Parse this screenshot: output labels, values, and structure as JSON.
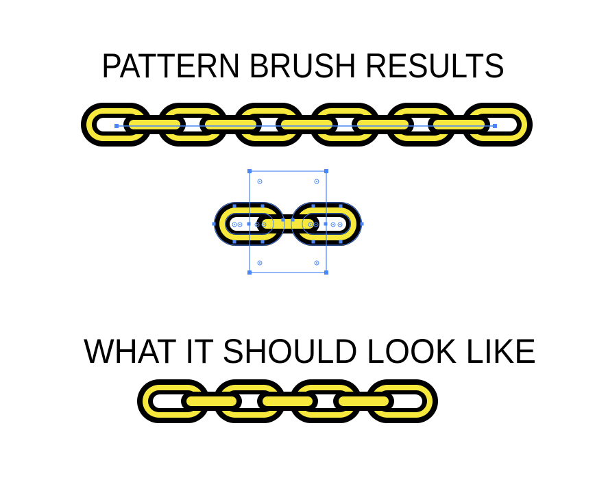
{
  "titles": {
    "top": "PATTERN BRUSH RESULTS",
    "bottom": "WHAT IT SHOULD LOOK LIKE"
  },
  "colors": {
    "link_fill": "#f6e83c",
    "outline": "#000000",
    "selection": "#4a86f7"
  },
  "chains": {
    "pattern_result_links": 6,
    "brush_tile_links": 2,
    "expected_links": 4
  }
}
